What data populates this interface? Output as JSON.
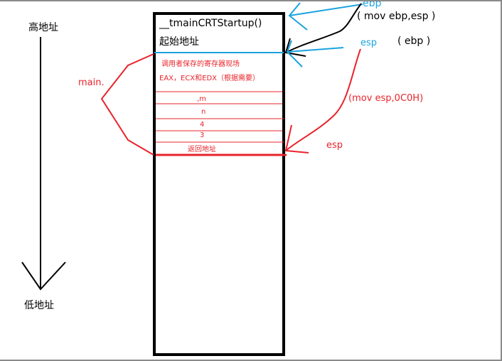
{
  "axis": {
    "high_label": "高地址",
    "low_label": "低地址"
  },
  "stack": {
    "function_name": "__tmainCRTStartup()",
    "start_address": "起始地址",
    "saved_registers_line1": "调用者保存的寄存器现场",
    "saved_registers_line2": "EAX，ECX和EDX（根据需要）",
    "slots": [
      ",m",
      "n",
      "4",
      "3"
    ],
    "return_address": "返回地址"
  },
  "annotations": {
    "main_label": "main.",
    "ebp_top": "ebp",
    "mov_ebp_esp": "( mov ebp,esp )",
    "esp_blue": "esp",
    "ebp_paren": "( ebp )",
    "mov_esp": "(mov esp,0C0H)",
    "esp_red": "esp"
  },
  "colors": {
    "red": "#e8242b",
    "blue": "#1aa3e0",
    "black": "#000000"
  }
}
